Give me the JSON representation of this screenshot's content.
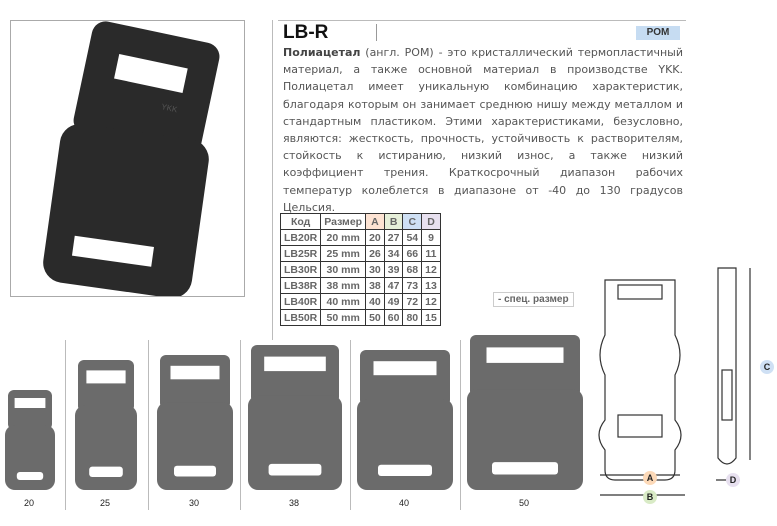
{
  "header": {
    "title": "LB-R",
    "material_badge": "POM"
  },
  "description": {
    "bold": "Полиацетал",
    "text": " (англ. POM) - это кристаллический термопластичный материал, а также основной материал в производстве YKK. Полиацетал имеет уникальную комбинацию характеристик, благодаря которым он занимает среднюю нишу между металлом и стандартным пластиком. Этими характеристиками, безусловно, являются: жесткость, прочность, устойчивость к растворителям, стойкость к истиранию, низкий износ, а также низкий коэффициент трения. Краткосрочный диапазон рабочих температур колеблется в диапазоне от -40 до 130 градусов Цельсия."
  },
  "table": {
    "headers": [
      "Код",
      "Размер",
      "A",
      "B",
      "C",
      "D"
    ],
    "header_colors": [
      "#ffffff",
      "#ffffff",
      "#fde3d3",
      "#e6efd9",
      "#cfe0f4",
      "#e7e0ef"
    ],
    "rows": [
      [
        "LB20R",
        "20 mm",
        "20",
        "27",
        "54",
        "9"
      ],
      [
        "LB25R",
        "25 mm",
        "26",
        "34",
        "66",
        "11"
      ],
      [
        "LB30R",
        "30 mm",
        "30",
        "39",
        "68",
        "12"
      ],
      [
        "LB38R",
        "38 mm",
        "38",
        "47",
        "73",
        "13"
      ],
      [
        "LB40R",
        "40 mm",
        "40",
        "49",
        "72",
        "12"
      ],
      [
        "LB50R",
        "50 mm",
        "50",
        "60",
        "80",
        "15"
      ]
    ],
    "note": "- спец. размер"
  },
  "photo": {
    "logo": "YKK"
  },
  "sizes": [
    "20",
    "25",
    "30",
    "38",
    "40",
    "50"
  ],
  "dimensions": {
    "a": "A",
    "b": "B",
    "c": "C",
    "d": "D"
  }
}
